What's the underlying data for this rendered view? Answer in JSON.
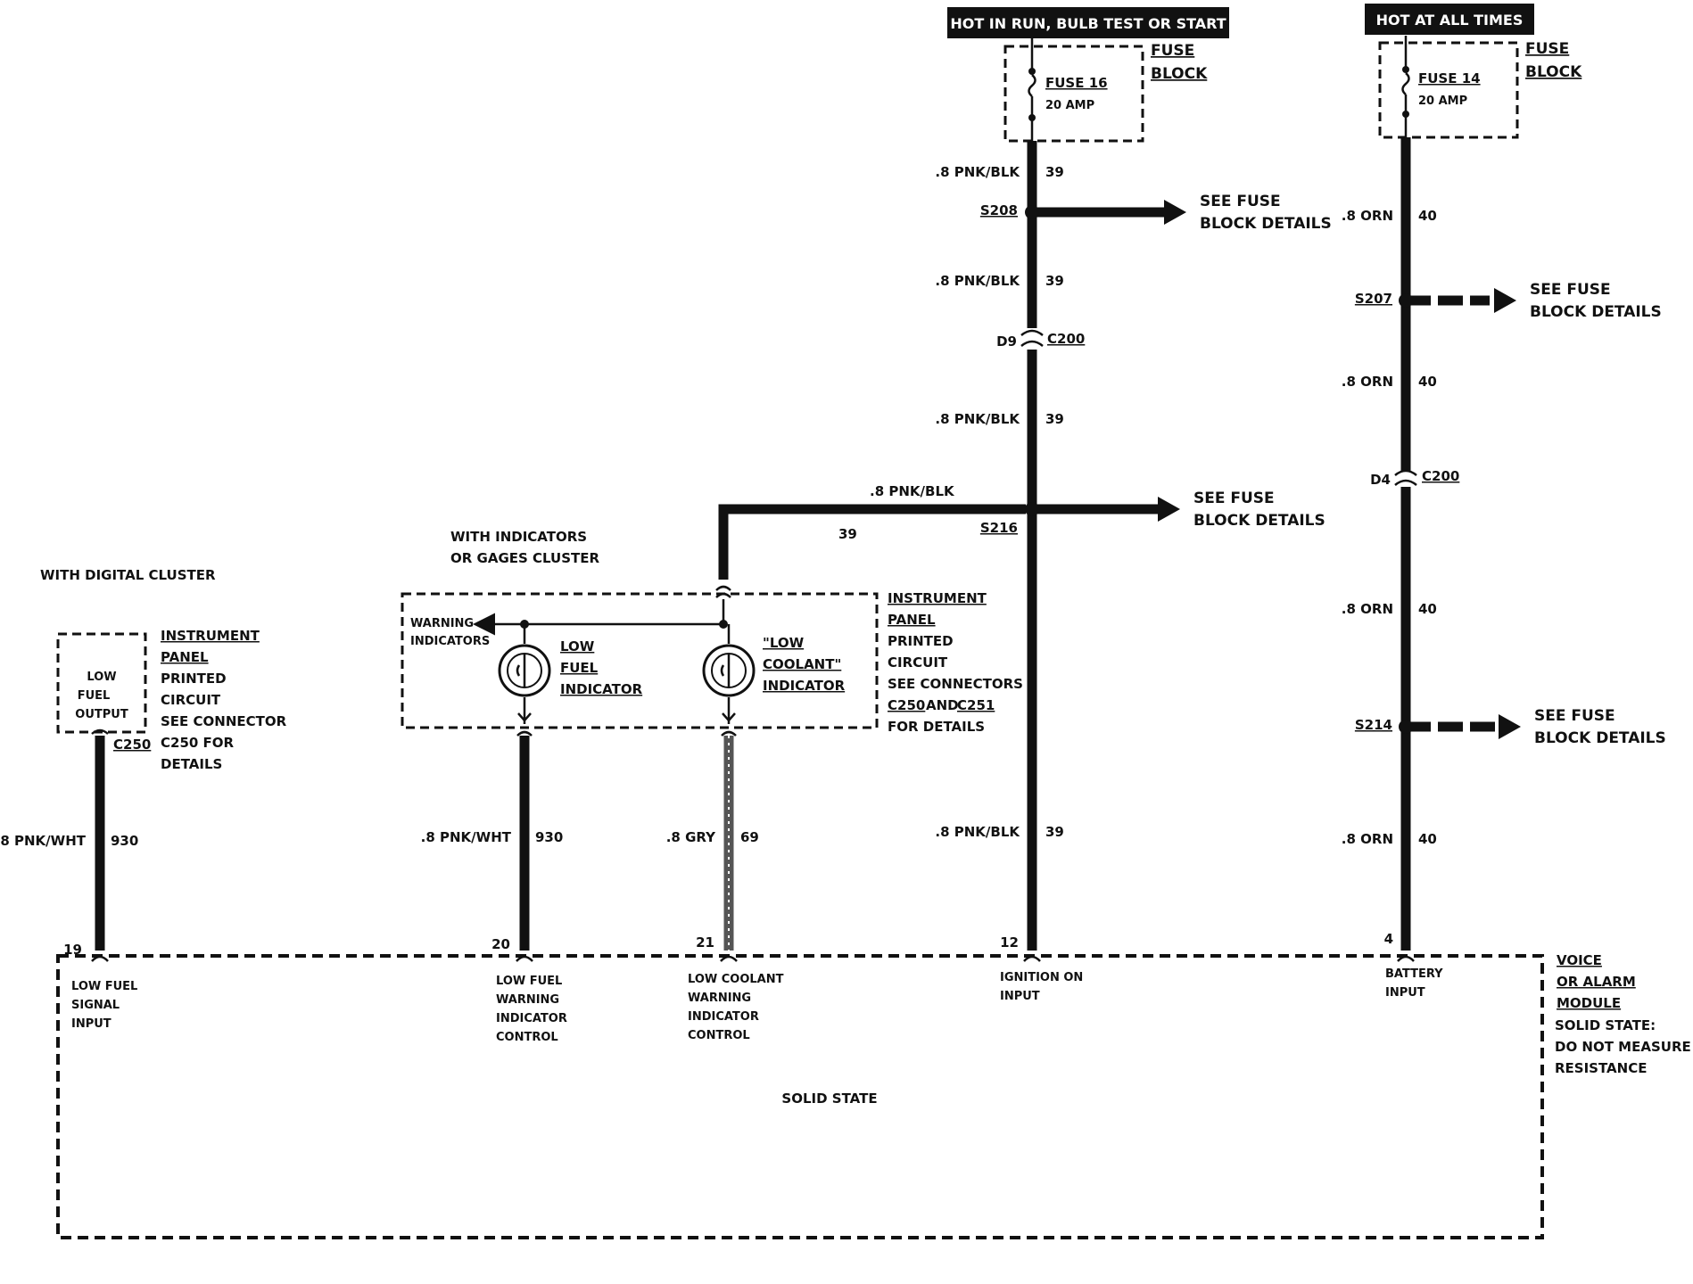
{
  "banners": {
    "hot_run": "HOT IN RUN, BULB TEST OR START",
    "hot_all": "HOT AT ALL TIMES"
  },
  "fuse16": {
    "name": "FUSE 16",
    "amp": "20 AMP",
    "block1": "FUSE",
    "block2": "BLOCK"
  },
  "fuse14": {
    "name": "FUSE 14",
    "amp": "20 AMP",
    "block1": "FUSE",
    "block2": "BLOCK"
  },
  "wires": {
    "pnk_blk": ".8 PNK/BLK",
    "orn": ".8 ORN",
    "pnk_wht": ".8 PNK/WHT",
    "gry": ".8 GRY",
    "c39": "39",
    "c40": "40",
    "c930": "930",
    "c69": "69"
  },
  "splices": {
    "s208": "S208",
    "s216": "S216",
    "s207": "S207",
    "s214": "S214"
  },
  "connectors": {
    "c200": "C200",
    "d9": "D9",
    "d4": "D4",
    "c250": "C250"
  },
  "see_fuse": {
    "line1": "SEE FUSE",
    "line2": "BLOCK DETAILS"
  },
  "clusters": {
    "digital": "WITH DIGITAL CLUSTER",
    "indicators1": "WITH INDICATORS",
    "indicators2": "OR GAGES CLUSTER"
  },
  "ip_left": {
    "box_lines": [
      "LOW",
      "FUEL",
      "OUTPUT"
    ],
    "title1": "INSTRUMENT",
    "title2": "PANEL",
    "lines": [
      "PRINTED",
      "CIRCUIT",
      "SEE CONNECTOR",
      "C250 FOR",
      "DETAILS"
    ]
  },
  "ip_right": {
    "title1": "INSTRUMENT",
    "title2": "PANEL",
    "lines": [
      "PRINTED",
      "CIRCUIT",
      "SEE CONNECTORS"
    ],
    "c250": "C250",
    "and": "AND",
    "c251": "C251",
    "details": "FOR DETAILS"
  },
  "indicators": {
    "warning1": "WARNING",
    "warning2": "INDICATORS",
    "low_fuel": [
      "LOW",
      "FUEL",
      "INDICATOR"
    ],
    "low_coolant": [
      "\"LOW",
      "COOLANT\"",
      "INDICATOR"
    ]
  },
  "pins": {
    "p19": "19",
    "p20": "20",
    "p21": "21",
    "p12": "12",
    "p4": "4"
  },
  "module": {
    "low_fuel_signal": [
      "LOW FUEL",
      "SIGNAL",
      "INPUT"
    ],
    "low_fuel_warning": [
      "LOW FUEL",
      "WARNING",
      "INDICATOR",
      "CONTROL"
    ],
    "low_coolant": [
      "LOW COOLANT",
      "WARNING",
      "INDICATOR",
      "CONTROL"
    ],
    "ignition": [
      "IGNITION ON",
      "INPUT"
    ],
    "battery": [
      "BATTERY",
      "INPUT"
    ],
    "title": [
      "VOICE",
      "OR ALARM",
      "MODULE"
    ],
    "note": [
      "SOLID STATE:",
      "DO NOT MEASURE",
      "RESISTANCE"
    ],
    "center": "SOLID STATE"
  }
}
